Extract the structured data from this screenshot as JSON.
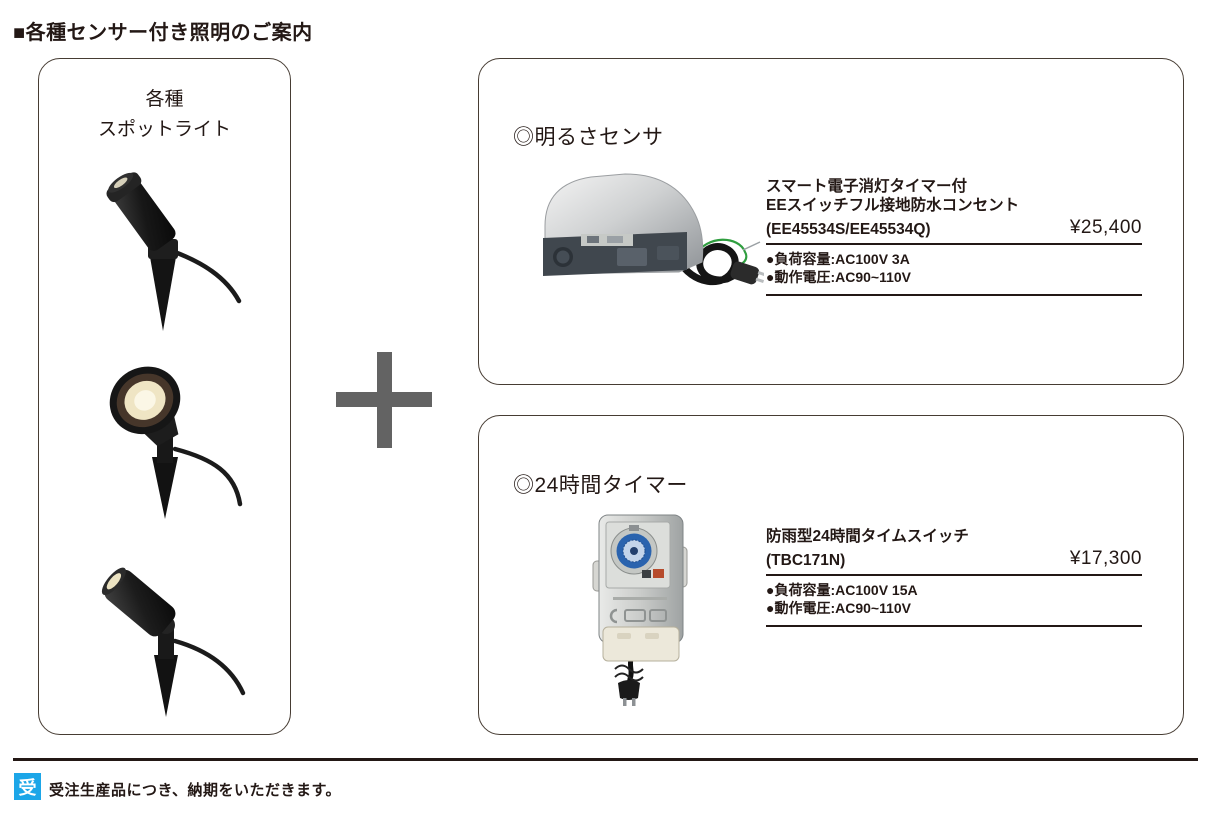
{
  "title": "■各種センサー付き照明のご案内",
  "left_panel": {
    "heading_line1": "各種",
    "heading_line2": "スポットライト"
  },
  "sections": {
    "brightness": {
      "heading": "◎明るさセンサ",
      "product": {
        "name_line1": "スマート電子消灯タイマー付",
        "name_line2": "EEスイッチフル接地防水コンセント",
        "model": "(EE45534S/EE45534Q)",
        "price": "¥25,400",
        "spec1": "●負荷容量:AC100V 3A",
        "spec2": "●動作電圧:AC90~110V"
      }
    },
    "timer": {
      "heading": "◎24時間タイマー",
      "product": {
        "name_line1": "防雨型24時間タイムスイッチ",
        "model": "(TBC171N)",
        "price": "¥17,300",
        "spec1": "●負荷容量:AC100V 15A",
        "spec2": "●動作電圧:AC90~110V"
      }
    }
  },
  "footer": {
    "badge": "受",
    "note": "受注生産品につき、納期をいただきます。"
  },
  "colors": {
    "text": "#231815",
    "plus_gray": "#636363",
    "badge_blue": "#1ca6e8"
  }
}
